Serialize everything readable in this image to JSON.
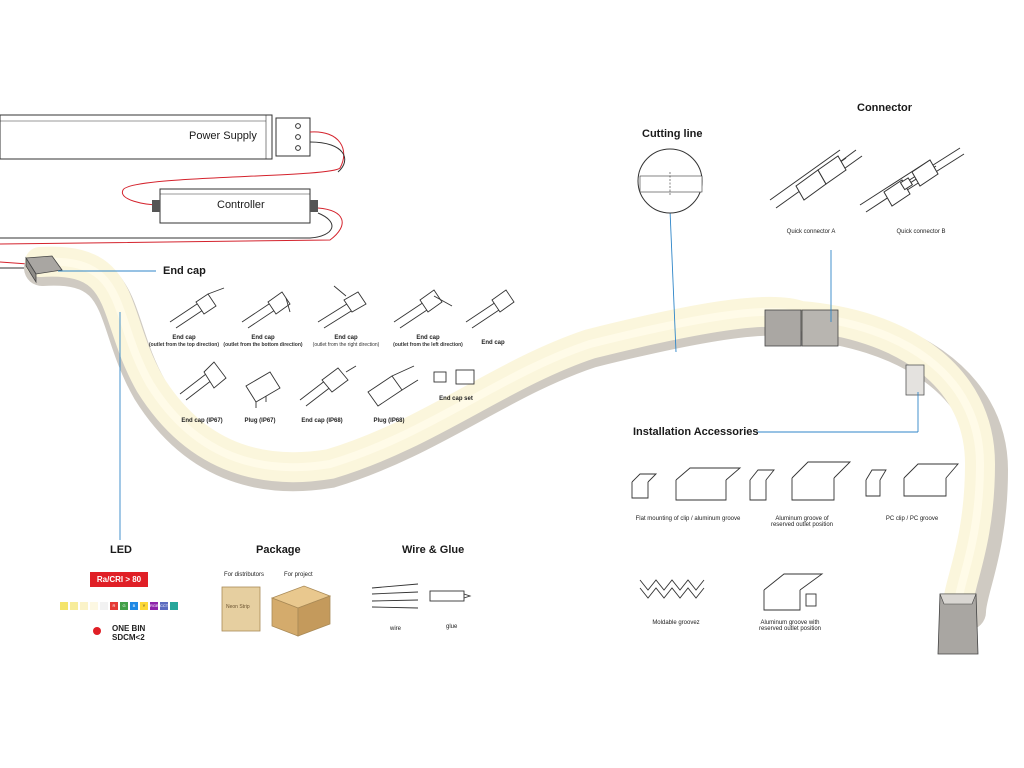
{
  "power_supply": {
    "label": "Power Supply"
  },
  "controller": {
    "label": "Controller"
  },
  "end_cap": {
    "title": "End cap",
    "items": [
      {
        "name": "End cap",
        "note": "(outlet from the top direction)"
      },
      {
        "name": "End cap",
        "note": "(outlet from the bottom direction)"
      },
      {
        "name": "End cap",
        "note": "(outlet from the right direction)"
      },
      {
        "name": "End cap",
        "note": "(outlet from the left direction)"
      },
      {
        "name": "End cap",
        "note": ""
      },
      {
        "name": "End cap (IP67)",
        "note": ""
      },
      {
        "name": "Plug (IP67)",
        "note": ""
      },
      {
        "name": "End cap (IP68)",
        "note": ""
      },
      {
        "name": "Plug (IP68)",
        "note": ""
      },
      {
        "name": "End cap set",
        "note": ""
      }
    ]
  },
  "cutting_line": {
    "title": "Cutting line"
  },
  "connector": {
    "title": "Connector",
    "items": [
      "Quick connector A",
      "Quick connector B"
    ]
  },
  "installation": {
    "title": "Installation Accessories",
    "items": [
      "Flat mounting of clip / aluminum groove",
      "Aluminum groove of reserved outlet position",
      "PC clip / PC groove",
      "Moldable groovez",
      "Aluminum groove with reserved outlet position"
    ]
  },
  "led": {
    "title": "LED",
    "badge": "Ra/CRI > 80",
    "onebin_line1": "ONE BIN",
    "onebin_line2": "SDCM<2",
    "chips": [
      "R",
      "G",
      "B",
      "Y",
      "RGB",
      "CCT"
    ]
  },
  "package": {
    "title": "Package",
    "for_distributors": "For distributors",
    "for_project": "For project",
    "box_label": "Neon Strip"
  },
  "wire_glue": {
    "title": "Wire & Glue",
    "wire": "wire",
    "glue": "glue"
  },
  "colors": {
    "strip_top": "#fbf6dc",
    "strip_side": "#d7d3cb",
    "cable_red": "#d4232d",
    "leader_blue": "#2f86c8",
    "badge_red": "#e01f26"
  }
}
